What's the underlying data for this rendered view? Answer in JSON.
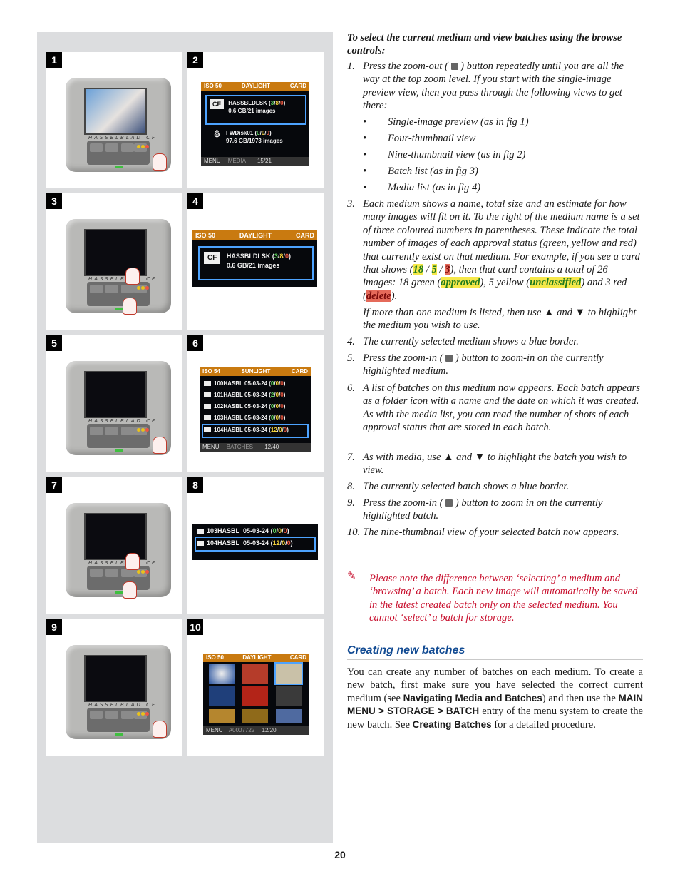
{
  "figures": {
    "labels": [
      "1",
      "2",
      "3",
      "4",
      "5",
      "6",
      "7",
      "8",
      "9",
      "10"
    ],
    "brand": "HASSELBLAD CF",
    "lcd": {
      "iso": "ISO 50",
      "iso6": "ISO 54",
      "daylight": "DAYLIGHT",
      "sunlight": "SUNLIGHT",
      "card": "CARD",
      "menu": "MENU",
      "media_footer": "MEDIA",
      "media_count": "15/21",
      "batches_footer": "BATCHES",
      "batch_count": "12/40",
      "thumb_footer": "A0007722",
      "thumb_count": "12/20",
      "cf": "CF",
      "medium1_name": "HASSBLDLSK",
      "medium1_counts": [
        "3",
        "8",
        "0"
      ],
      "medium1_size": "0.6 GB/21 images",
      "medium2_name": "FWDisk01",
      "medium2_counts": [
        "0",
        "0",
        "0"
      ],
      "medium2_size": "97.6 GB/1973 images",
      "batches": [
        {
          "name": "100HASBL",
          "date": "05-03-24",
          "counts": [
            "0",
            "0",
            "0"
          ]
        },
        {
          "name": "101HASBL",
          "date": "05-03-24",
          "counts": [
            "2",
            "0",
            "0"
          ]
        },
        {
          "name": "102HASBL",
          "date": "05-03-24",
          "counts": [
            "0",
            "0",
            "0"
          ]
        },
        {
          "name": "103HASBL",
          "date": "05-03-24",
          "counts": [
            "0",
            "0",
            "0"
          ]
        },
        {
          "name": "104HASBL",
          "date": "05-03-24",
          "counts": [
            "12",
            "0",
            "0"
          ]
        }
      ]
    }
  },
  "text": {
    "heading": "To select the current medium and view batches using the browse controls:",
    "step1_num": "1.",
    "step1_a": "Press the zoom-out (",
    "step1_b": ") button repeatedly until you are all the way at the top zoom level. If you start with the single-image preview view, then you pass through the following views to get there:",
    "bullets": [
      "Single-image preview (as in fig 1)",
      "Four-thumbnail view",
      "Nine-thumbnail view (as in fig 2)",
      "Batch list (as in fig 3)",
      "Media list (as in fig 4)"
    ],
    "bullet_mark": "•",
    "step3_num": "3.",
    "step3_a": "Each medium shows a name, total size and an estimate for how many images will fit on it. To the right of the medium name is a set of three coloured numbers in parentheses. These indicate the total number of images of each approval status (green, yellow and red) that currently exist on that medium. For example, if you see a card that shows (",
    "ex_g": "18",
    "ex_sep1": " / ",
    "ex_y": "5",
    "ex_sep2": " / ",
    "ex_r": "3",
    "step3_b": "), then that card contains a total of 26 images: 18 green (",
    "approved": "approved",
    "step3_c": "), 5 yellow (",
    "unclassified": "unclassified",
    "step3_d": ") and 3 red (",
    "delete": "delete",
    "step3_e": ").",
    "step3_f1": "If more than one medium is listed, then use ▲ and ▼ to highlight the medium you wish to use.",
    "step4_num": "4.",
    "step4": "The currently selected medium shows a blue border.",
    "step5_num": "5.",
    "step5_a": "Press the zoom-in (",
    "step5_b": ") button to zoom-in on the currently highlighted medium.",
    "step6_num": "6.",
    "step6": "A list of batches on this medium now appears. Each batch appears as a folder icon with a name and the date on which it was created. As with the media list, you can read the number of shots of each approval status that are stored in each batch.",
    "step7_num": "7.",
    "step7": "As with media, use ▲ and ▼ to highlight the batch you wish to view.",
    "step8_num": "8.",
    "step8": "The currently selected batch shows a blue border.",
    "step9_num": "9.",
    "step9_a": "Press the zoom-in (",
    "step9_b": ") button to zoom in on the currently highlighted batch.",
    "step10_num": "10.",
    "step10": "The nine-thumbnail view of your selected batch now appears.",
    "note_icon": "✎",
    "note": "Please note the difference between ‘selecting’ a medium and ‘browsing’ a batch. Each new image will automatically be saved in the latest created batch only on the selected medium. You cannot ‘select’ a batch for storage.",
    "section_title": "Creating new batches",
    "para_a": "You can create any number of batches on each medium. To create a new batch, first make sure you have selected the correct current medium (see ",
    "para_link1": "Navigating Media and Batches",
    "para_b": ") and then use the ",
    "para_menu": "MAIN MENU > STORAGE > BATCH",
    "para_c": " entry of the menu system to create the new batch. See ",
    "para_link2": "Creating Batches",
    "para_d": " for a detailed procedure.",
    "page_number": "20"
  }
}
